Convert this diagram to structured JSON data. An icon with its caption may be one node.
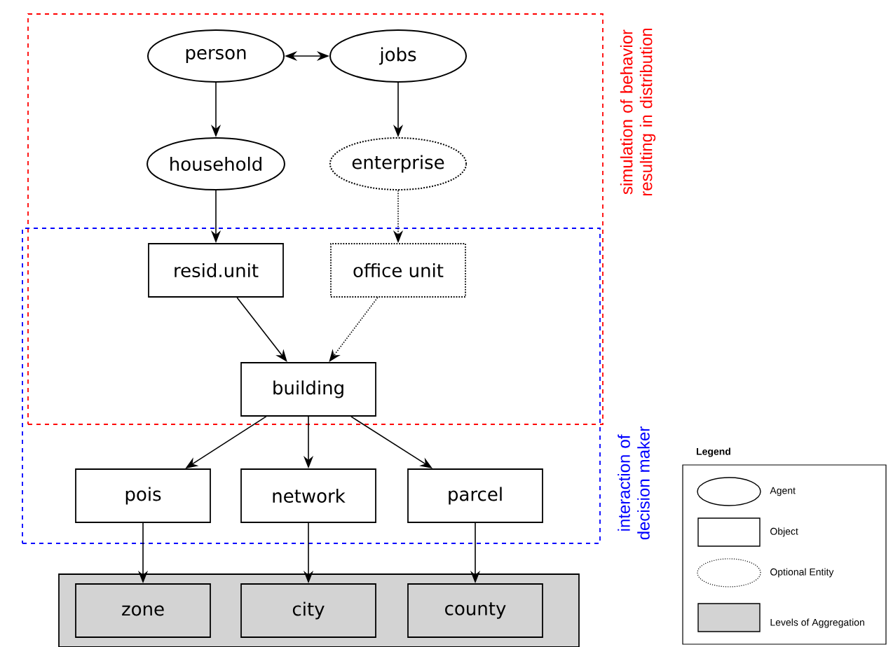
{
  "diagram": {
    "nodes": [
      {
        "text": [
          "simulation of behavior resulting in distribution"
        ]
      },
      {
        "text": [
          "interaction of decision maker"
        ]
      },
      {
        "text": [
          "person"
        ],
        "in": 0
      },
      {
        "text": [
          "jobs"
        ],
        "in": 0
      },
      {
        "text": [
          "household"
        ],
        "in": 0
      },
      {
        "text": [
          "enterprise"
        ],
        "in": 0
      },
      {
        "text": [
          "resid.unit"
        ]
      },
      {
        "text": [
          "office unit"
        ]
      },
      {
        "text": [
          "building"
        ]
      },
      {
        "text": [
          "pois"
        ],
        "in": 1
      },
      {
        "text": [
          "network"
        ],
        "in": 1
      },
      {
        "text": [
          "parcel"
        ],
        "in": 1
      },
      {
        "text": [],
        "shape": "box"
      },
      {
        "text": [
          "zone"
        ],
        "in": 12
      },
      {
        "text": [
          "city"
        ],
        "in": 12
      },
      {
        "text": [
          "county"
        ],
        "in": 12
      }
    ],
    "edges": [
      {
        "from": 2,
        "to": 3,
        "arrow": "both"
      },
      {
        "from": 2,
        "to": 4,
        "arrow": "to"
      },
      {
        "from": 3,
        "to": 5,
        "arrow": "to"
      },
      {
        "from": 4,
        "to": 6,
        "arrow": "to"
      },
      {
        "from": 5,
        "to": 7,
        "arrow": "to",
        "style": "dashed"
      },
      {
        "from": 6,
        "to": 8,
        "arrow": "to"
      },
      {
        "from": 7,
        "to": 8,
        "arrow": "to",
        "style": "dashed"
      },
      {
        "from": 8,
        "to": 9,
        "arrow": "to"
      },
      {
        "from": 8,
        "to": 10,
        "arrow": "to"
      },
      {
        "from": 8,
        "to": 11,
        "arrow": "to"
      },
      {
        "from": 9,
        "to": 13,
        "arrow": "to"
      },
      {
        "from": 10,
        "to": 14,
        "arrow": "to"
      },
      {
        "from": 11,
        "to": 15,
        "arrow": "to"
      }
    ],
    "labels": [
      "Legend"
    ],
    "legend": [
      {
        "text": "Agent"
      },
      {
        "text": "Object"
      },
      {
        "text": "Optional Entity"
      },
      {
        "text": "Levels of Aggregation",
        "color": "#d3d3d3"
      }
    ]
  }
}
